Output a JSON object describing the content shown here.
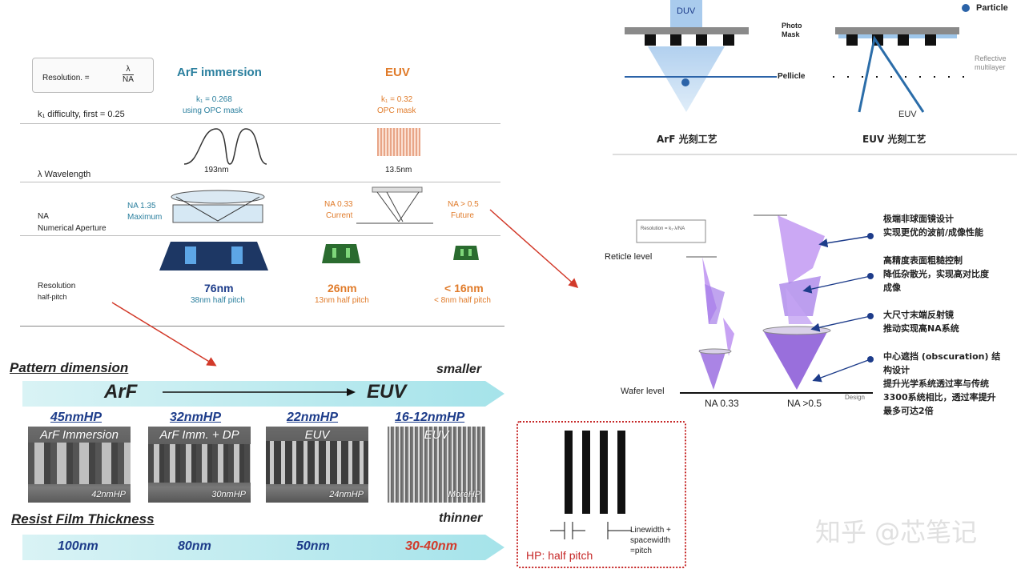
{
  "table": {
    "resolution_formula": "Resolution. =",
    "k1_label": "k₁ difficulty, first = 0.25",
    "lambda_label": "λ Wavelength",
    "na_label": "NA",
    "na_sub": "Numerical Aperture",
    "res_label": "Resolution",
    "res_sub": "half-pitch",
    "col_arf": "ArF immersion",
    "col_euv": "EUV",
    "arf_k1": "k₁ = 0.268",
    "arf_k1_sub": "using OPC mask",
    "euv_k1": "k₁ = 0.32",
    "euv_k1_sub": "OPC mask",
    "arf_lambda": "193nm",
    "euv_lambda": "13.5nm",
    "arf_na": "NA 1.35",
    "arf_na_sub": "Maximum",
    "euv_na1": "NA 0.33",
    "euv_na1_sub": "Current",
    "euv_na2": "NA > 0.5",
    "euv_na2_sub": "Future",
    "arf_res": "76nm",
    "arf_res_sub": "38nm half pitch",
    "euv_res1": "26nm",
    "euv_res1_sub": "13nm half pitch",
    "euv_res2": "< 16nm",
    "euv_res2_sub": "< 8nm half pitch"
  },
  "pellicle": {
    "duv": "DUV",
    "particle": "Particle",
    "photomask": "Photo\nMask",
    "pellicle": "Pellicle",
    "reflective": "Reflective\nmultilayer",
    "euv": "EUV",
    "arf_caption": "ArF 光刻工艺",
    "euv_caption": "EUV 光刻工艺"
  },
  "optics": {
    "reticle": "Reticle level",
    "wafer": "Wafer level",
    "na1": "NA 0.33",
    "na2": "NA >0.5",
    "design": "Design",
    "notes": [
      [
        "极端非球面镜设计",
        "实现更优的波前/成像性能"
      ],
      [
        "高精度表面粗糙控制",
        "降低杂散光，实现高对比度",
        "成像"
      ],
      [
        "大尺寸末端反射镜",
        "推动实现高NA系统"
      ],
      [
        "中心遮挡 (obscuration) 结",
        "构设计",
        "提升光学系统透过率与传统",
        "3300系统相比，透过率提升",
        "最多可达2倍"
      ]
    ]
  },
  "bottom": {
    "pattern_dimension": "Pattern dimension",
    "smaller": "smaller",
    "arf": "ArF",
    "euv": "EUV",
    "hp": [
      "45nmHP",
      "32nmHP",
      "22nmHP",
      "16-12nmHP"
    ],
    "sem_labels": [
      "ArF Immersion",
      "ArF Imm. + DP",
      "EUV",
      "EUV"
    ],
    "sem_caps": [
      "42nmHP",
      "30nmHP",
      "24nmHP",
      "MoreHP"
    ],
    "resist": "Resist Film Thickness",
    "thinner": "thinner",
    "thickness": [
      "100nm",
      "80nm",
      "50nm",
      "30-40nm"
    ],
    "hp_box": "HP: half pitch",
    "hp_note": "Linewidth +\nspacewidth\n=pitch"
  },
  "watermark": "知乎 @芯笔记",
  "colors": {
    "arf": "#2a7f9e",
    "euv": "#e07b2a",
    "navy": "#1d3c8a",
    "red": "#d23a2a",
    "purple": "#9b6fe0"
  }
}
